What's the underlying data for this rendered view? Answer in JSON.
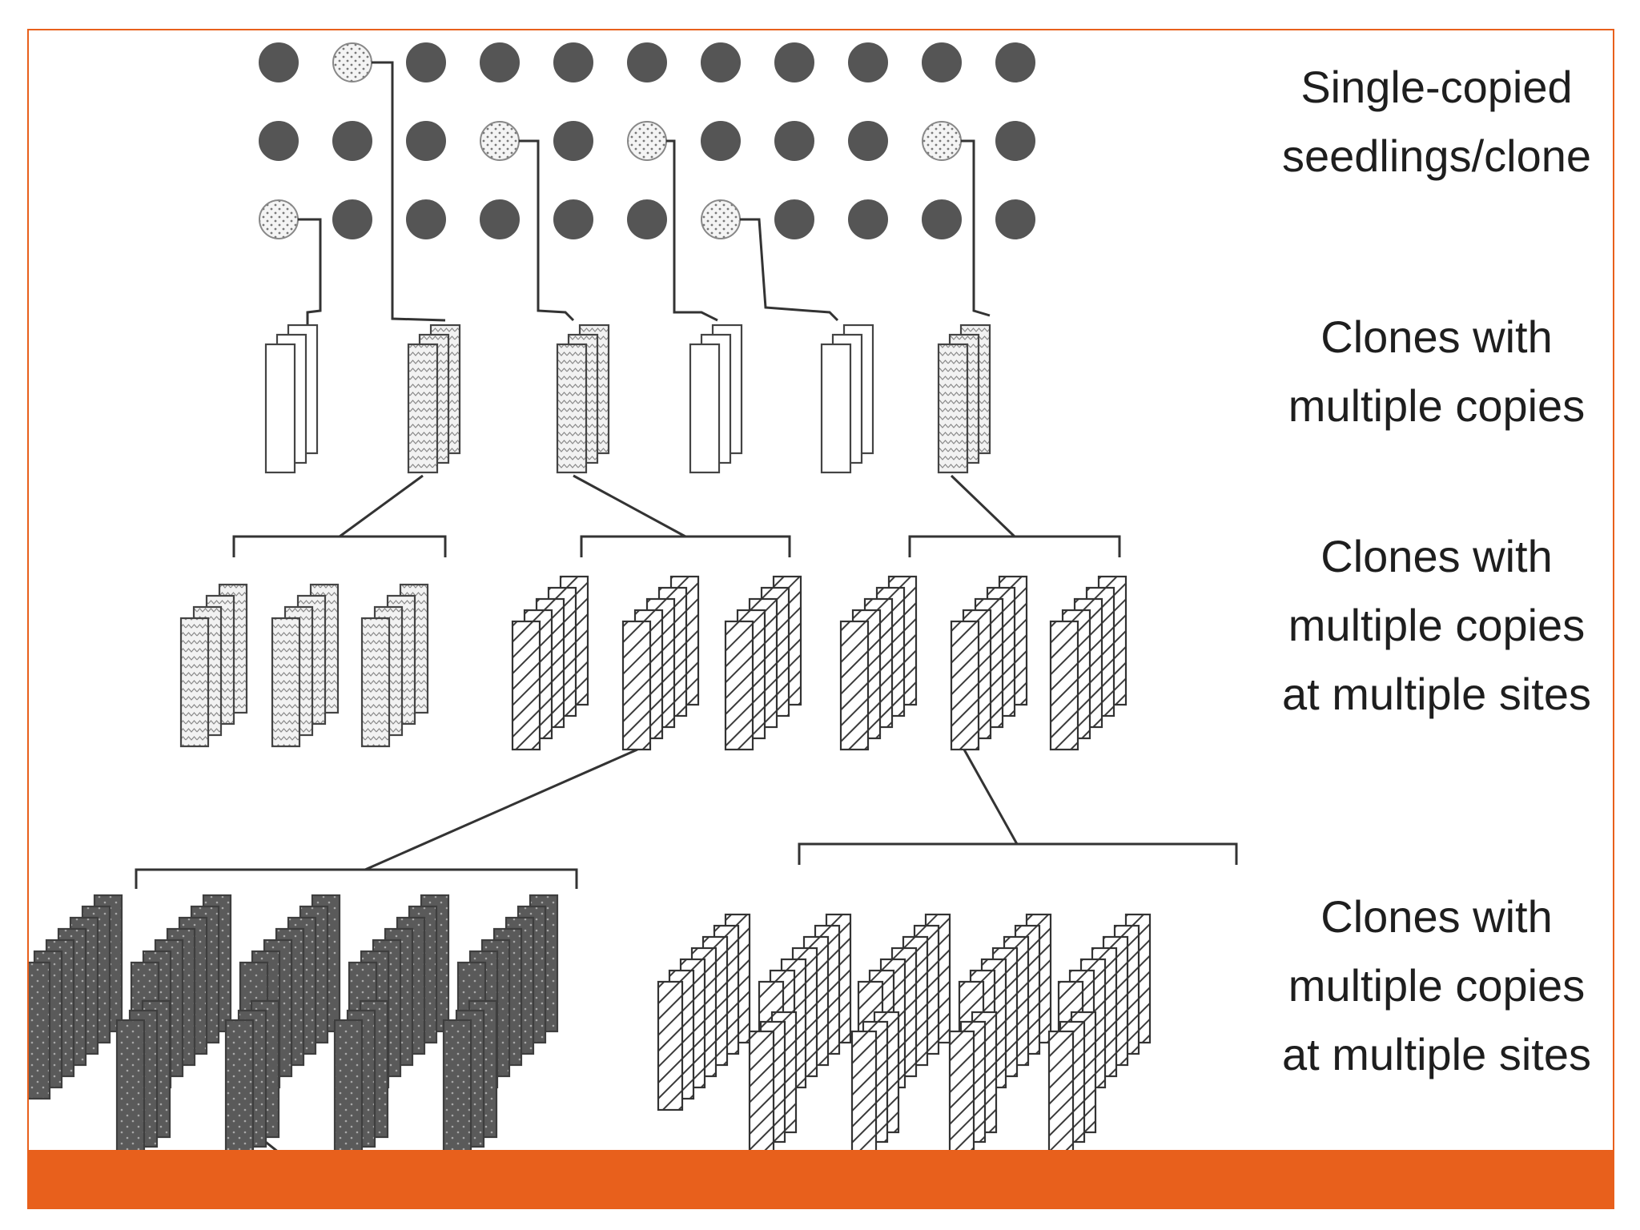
{
  "labels": {
    "tier1": [
      "Single-copied",
      "seedlings/clone"
    ],
    "tier2": [
      "Clones with",
      "multiple copies"
    ],
    "tier3": [
      "Clones with",
      "multiple copies",
      "at multiple sites"
    ],
    "tier4": [
      "Clones with",
      "multiple copies",
      "at multiple sites"
    ]
  },
  "colors": {
    "accent": "#e8601c",
    "dark_circle": "#555555",
    "line": "#333333"
  }
}
